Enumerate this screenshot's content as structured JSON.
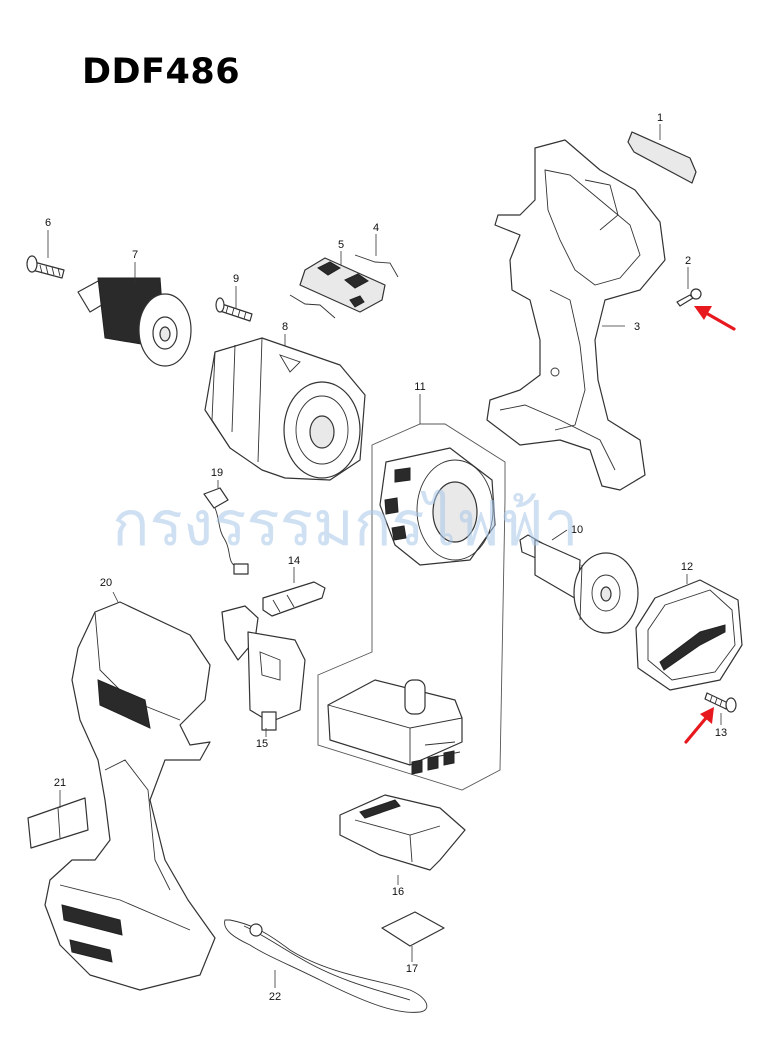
{
  "title": "DDF486",
  "watermark": "กรงรรรมกรไฟฟ้า",
  "parts": [
    {
      "number": "1"
    },
    {
      "number": "2"
    },
    {
      "number": "3"
    },
    {
      "number": "4"
    },
    {
      "number": "5"
    },
    {
      "number": "6"
    },
    {
      "number": "7"
    },
    {
      "number": "8"
    },
    {
      "number": "9"
    },
    {
      "number": "10"
    },
    {
      "number": "11"
    },
    {
      "number": "12"
    },
    {
      "number": "13"
    },
    {
      "number": "14"
    },
    {
      "number": "15"
    },
    {
      "number": "16"
    },
    {
      "number": "17"
    },
    {
      "number": "19"
    },
    {
      "number": "20"
    },
    {
      "number": "21"
    },
    {
      "number": "22"
    }
  ],
  "highlighted_parts": [
    "2",
    "13"
  ],
  "colors": {
    "arrow": "#e8191e",
    "watermark": "#a9c8ea",
    "line": "#333333"
  }
}
